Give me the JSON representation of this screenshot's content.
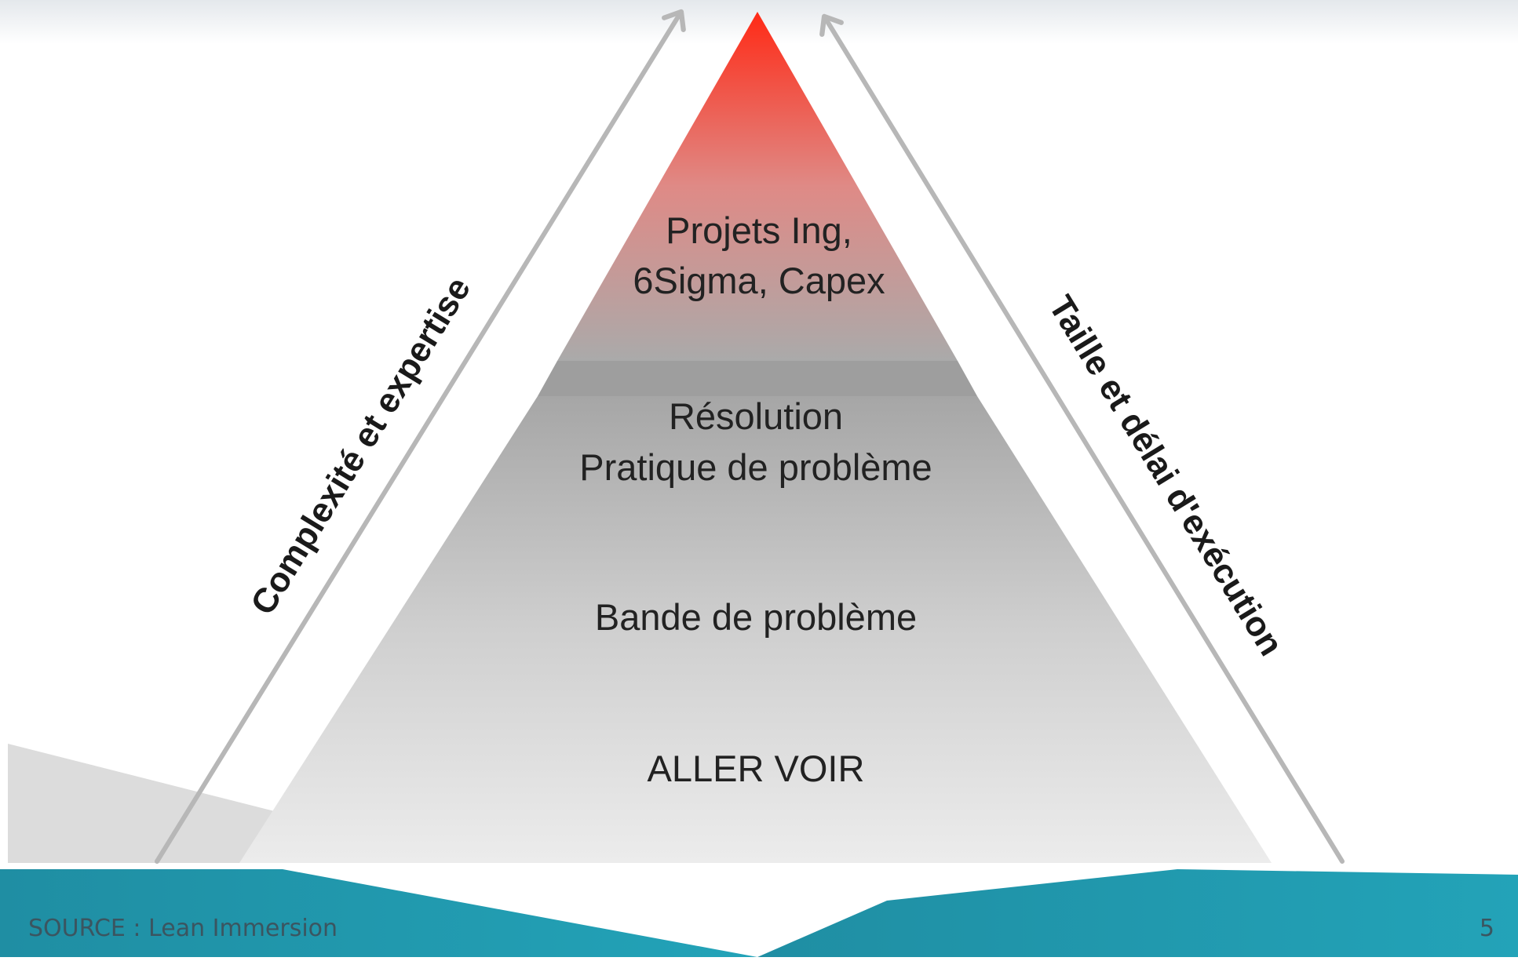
{
  "pyramid": {
    "levels": [
      {
        "lines": [
          "Projets Ing,",
          "6Sigma, Capex"
        ]
      },
      {
        "lines": [
          "Résolution",
          "Pratique de problème"
        ]
      },
      {
        "lines": [
          "Bande de problème"
        ]
      },
      {
        "lines": [
          "ALLER VOIR"
        ]
      }
    ],
    "colors": {
      "apex": "#ff2a16",
      "mid": "#a9a9a9",
      "base": "#ebebeb",
      "text": "#222222"
    }
  },
  "arrows": {
    "left_label": "Complexité et expertise",
    "right_label": "Taille et délai d'exécution",
    "color": "#b7b7b7"
  },
  "footer": {
    "source": "SOURCE : Lean Immersion",
    "page_number": "5",
    "accent_color": "#1f98ad"
  }
}
